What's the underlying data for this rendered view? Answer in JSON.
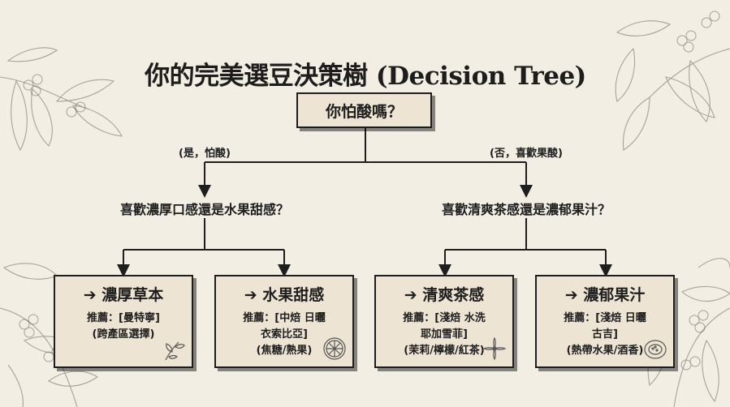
{
  "title": "你的完美選豆決策樹 (Decision Tree)",
  "root": {
    "question": "你怕酸嗎？"
  },
  "branches": {
    "left_label": "(是，怕酸)",
    "right_label": "(否，喜歡果酸)"
  },
  "questions": {
    "left": "喜歡濃厚口感還是水果甜感？",
    "right": "喜歡清爽茶感還是濃郁果汁？"
  },
  "leaves": [
    {
      "heading": "➔ 濃厚草本",
      "rec_line1": "推薦：[曼特寧]",
      "rec_line2": "",
      "note": "(跨產區選擇)",
      "icon": "herb-leaf-icon"
    },
    {
      "heading": "➔ 水果甜感",
      "rec_line1": "推薦：[中焙 日曬",
      "rec_line2": "衣索比亞]",
      "note": "(焦糖/熟果)",
      "icon": "orange-slice-icon"
    },
    {
      "heading": "➔ 清爽茶感",
      "rec_line1": "推薦：[淺焙 水洗",
      "rec_line2": "耶加雪菲]",
      "note": "(茉莉/檸檬/紅茶)",
      "icon": "jasmine-flower-icon"
    },
    {
      "heading": "➔ 濃郁果汁",
      "rec_line1": "推薦：[淺焙 日曬",
      "rec_line2": "古吉]",
      "note": "(熱帶水果/酒香)",
      "icon": "tropical-fruit-icon"
    }
  ],
  "colors": {
    "background": "#f2eee3",
    "box_fill": "#ede4d3",
    "ink": "#1e1e1e"
  }
}
